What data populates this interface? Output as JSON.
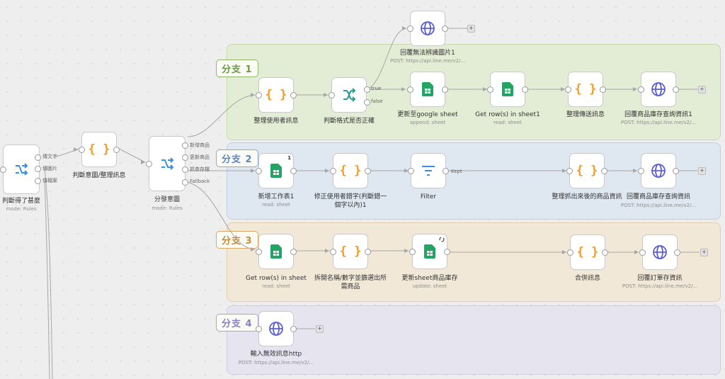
{
  "branches": [
    {
      "label": "分支 1",
      "color": "#7ea95a",
      "bg": "#e3ecd4"
    },
    {
      "label": "分支 2",
      "color": "#6f94c8",
      "bg": "#dfe7f1"
    },
    {
      "label": "分支 3",
      "color": "#d09a55",
      "bg": "#f1e8d7"
    },
    {
      "label": "分支 4",
      "color": "#9b92c6",
      "bg": "#e6e4ef"
    }
  ],
  "nodes": {
    "classify_type": {
      "label": "判斷得了甚麼",
      "sub": "mode: Rules",
      "ports": [
        "傳文字",
        "傳圖片",
        "傳檔案"
      ]
    },
    "judge_intent": {
      "label": "判斷意圖/整理訊息"
    },
    "dispatch_intent": {
      "label": "分發意圖",
      "sub": "mode: Rules",
      "ports": [
        "新增商品",
        "更新商品",
        "抓查存檔",
        "Fallback"
      ]
    },
    "reply_unrecognized": {
      "label": "回覆無法辨識圖片1",
      "sub": "POST: https://api.line.me/v2/..."
    },
    "organize_user": {
      "label": "整理使用者訊息"
    },
    "check_format": {
      "label": "判斷格式是否正確",
      "ports": [
        "true",
        "false"
      ]
    },
    "update_sheet": {
      "label": "更新至google sheet",
      "sub": "append: sheet"
    },
    "get_rows1": {
      "label": "Get row(s) in sheet1",
      "sub": "read: sheet"
    },
    "organize_send": {
      "label": "整理傳送訊息"
    },
    "reply_stock1": {
      "label": "回覆商品庫存查詢資訊1",
      "sub": "POST: https://api.line.me/v2/..."
    },
    "new_sheet": {
      "label": "新增工作表1",
      "sub": "read: sheet",
      "badge": "1"
    },
    "fix_typo": {
      "label": "修正使用者錯字(判斷錯一個字以內)1"
    },
    "filter": {
      "label": "Filter",
      "ports": [
        "Kept"
      ]
    },
    "organize_products": {
      "label": "整理抓出來後的商品資訊"
    },
    "reply_stock": {
      "label": "回覆商品庫存查詢資訊",
      "sub": "POST: https://api.line.me/v2/..."
    },
    "get_rows": {
      "label": "Get row(s) in sheet",
      "sub": "read: sheet"
    },
    "split_name": {
      "label": "拆開名稱/數字並篩選出所需商品"
    },
    "update_stock": {
      "label": "更新sheet商品庫存",
      "sub": "update: sheet"
    },
    "merge_msg": {
      "label": "合併訊息"
    },
    "reply_order": {
      "label": "回覆訂單存資訊",
      "sub": "POST: https://api.line.me/v2/..."
    },
    "invalid_http": {
      "label": "輸入無效訊息http",
      "sub": "POST: https://api.line.me/v2/..."
    }
  },
  "plus_symbol": "+",
  "colors": {
    "canvas": "#eeeeee",
    "sheets": "#21a464",
    "http": "#5b5fd6",
    "code": "#f59a23",
    "switch": "#3a8ee6",
    "if": "#2a9c8f"
  }
}
